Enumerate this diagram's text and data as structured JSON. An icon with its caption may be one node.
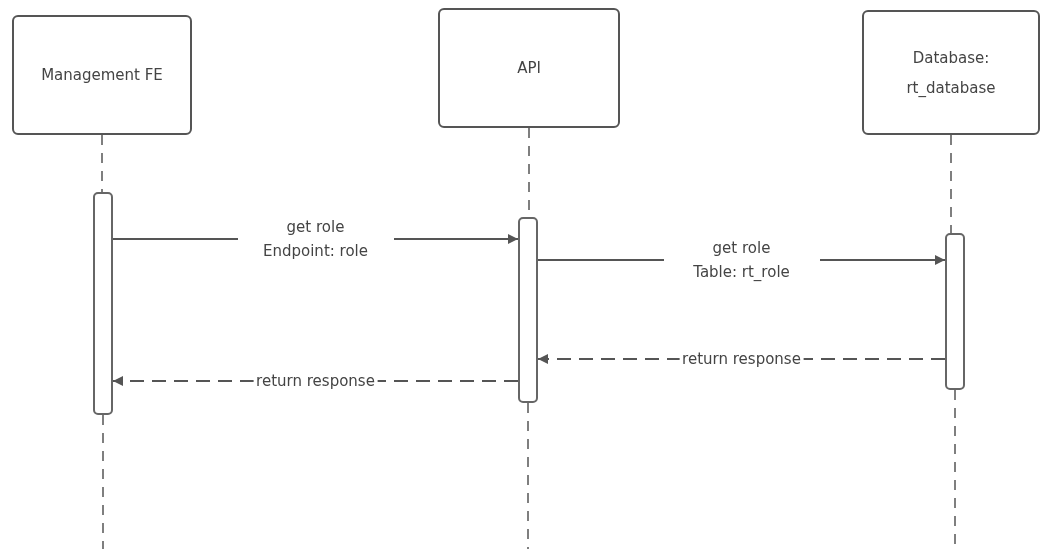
{
  "diagram": {
    "nodes": [
      {
        "text": [
          "Management FE"
        ]
      },
      {
        "text": [
          "API"
        ]
      },
      {
        "text": [
          "Database: rt_database"
        ]
      },
      {
        "text": [],
        "shape": "bar"
      },
      {
        "text": [],
        "shape": "bar"
      },
      {
        "text": [],
        "shape": "bar"
      }
    ],
    "edges": [
      {
        "from": 0,
        "to": 3,
        "arrow": "none",
        "style": "dashed"
      },
      {
        "from": 1,
        "to": 4,
        "arrow": "none",
        "style": "dashed"
      },
      {
        "from": 2,
        "to": 5,
        "arrow": "none",
        "style": "dashed"
      },
      {
        "from": 3,
        "to": 4,
        "arrow": "to",
        "label": "get role Endpoint: role"
      },
      {
        "from": 4,
        "to": 5,
        "arrow": "to",
        "label": "get role Table: rt_role"
      },
      {
        "from": 5,
        "to": 4,
        "arrow": "to",
        "style": "dashed",
        "label": "return response"
      },
      {
        "from": 4,
        "to": 3,
        "arrow": "to",
        "style": "dashed",
        "label": "return response"
      }
    ]
  }
}
